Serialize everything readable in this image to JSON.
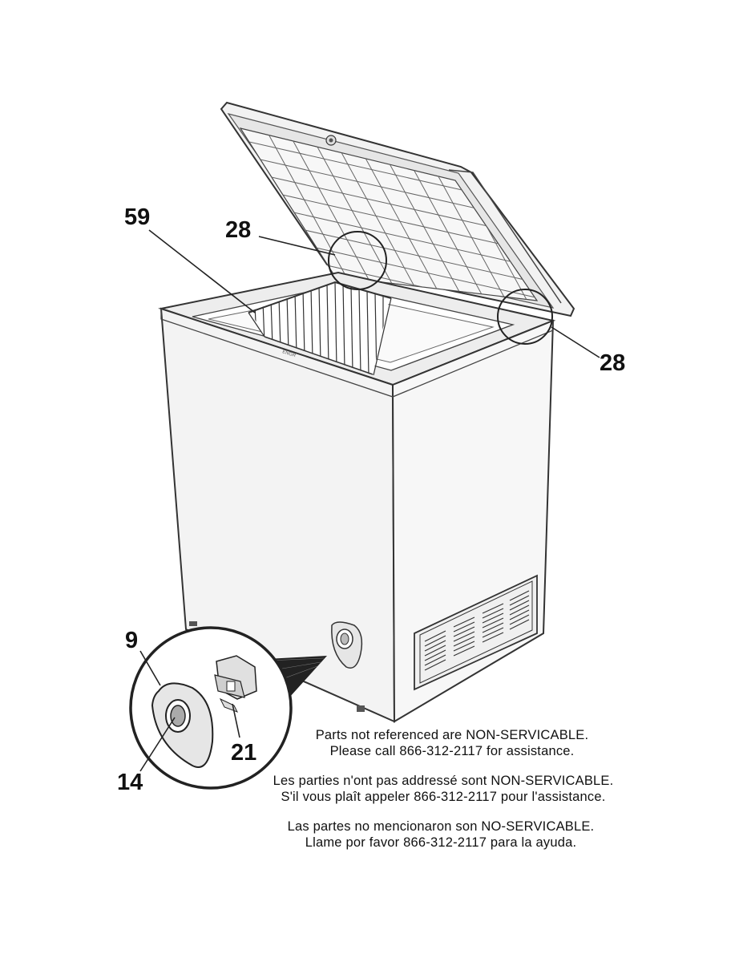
{
  "callouts": {
    "c59": "59",
    "c28_top": "28",
    "c28_right": "28",
    "c9": "9",
    "c21": "21",
    "c14": "14"
  },
  "notes": {
    "english": {
      "line1": "Parts not referenced are NON-SERVICABLE.",
      "line2": "Please call 866-312-2117 for assistance."
    },
    "french": {
      "line1": "Les parties n'ont pas addressé sont NON-SERVICABLE.",
      "line2": "S'il vous plaît appeler 866-312-2117 pour l'assistance."
    },
    "spanish": {
      "line1": "Las partes no mencionaron son NO-SERVICABLE.",
      "line2": "Llame por favor 866-312-2117 para la ayuda."
    }
  }
}
